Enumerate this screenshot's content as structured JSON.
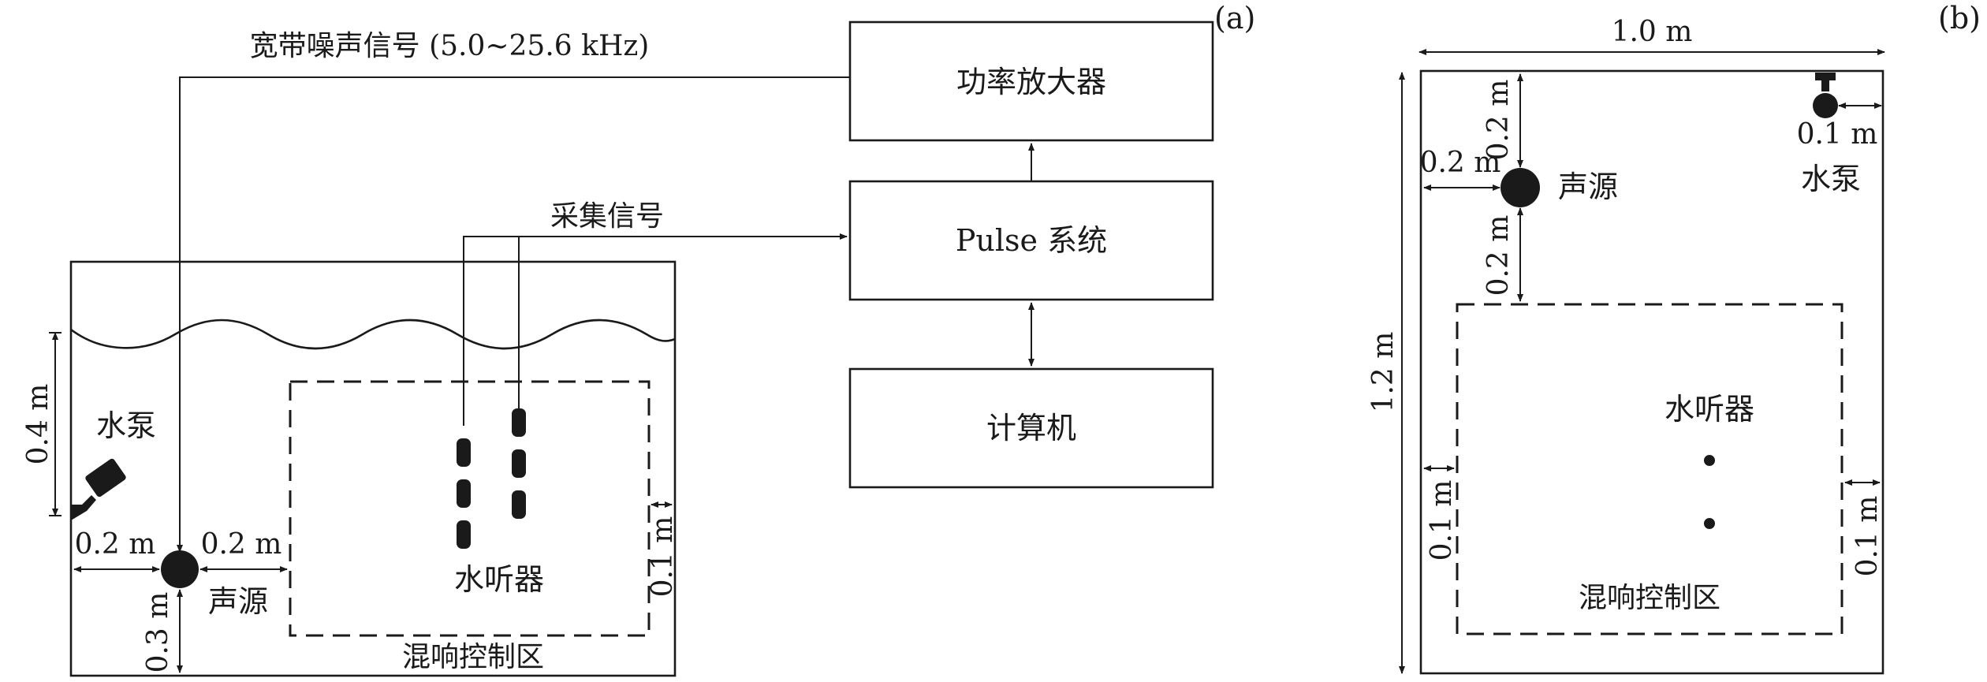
{
  "panel_a": {
    "label": "(a)",
    "signal_label": "宽带噪声信号 (5.0~25.6 kHz)",
    "acquisition_label": "采集信号",
    "boxes": {
      "amplifier": "功率放大器",
      "pulse_system": "Pulse 系统",
      "computer": "计算机"
    },
    "pump_label": "水泵",
    "source_label": "声源",
    "hydrophone_label": "水听器",
    "reverb_zone_label": "混响控制区",
    "dims": {
      "depth": "0.4 m",
      "source_left": "0.2 m",
      "source_right": "0.2 m",
      "source_bottom": "0.3 m",
      "zone_right": "0.1 m"
    }
  },
  "panel_b": {
    "label": "(b)",
    "width": "1.0 m",
    "height": "1.2 m",
    "source_top": "0.2 m",
    "source_left": "0.2 m",
    "source_below": "0.2 m",
    "pump_offset": "0.1 m",
    "zone_left": "0.1 m",
    "zone_right": "0.1 m",
    "source_label": "声源",
    "pump_label": "水泵",
    "hydrophone_label": "水听器",
    "reverb_zone_label": "混响控制区"
  },
  "colors": {
    "ink": "#1a1a1a",
    "background": "#ffffff"
  }
}
